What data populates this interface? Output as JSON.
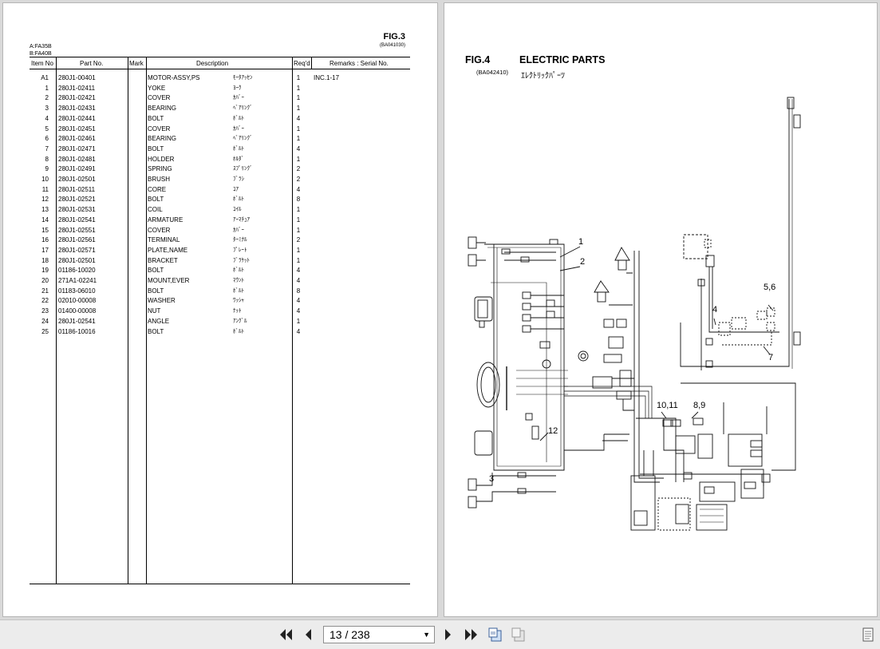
{
  "left_page": {
    "models": [
      "A:FA35B",
      "B:FA40B"
    ],
    "fig_label": "FIG.3",
    "fig_code": "(BA041030)",
    "headers": {
      "item": "Item No",
      "part": "Part No.",
      "mark": "Mark",
      "desc": "Description",
      "req": "Req'd",
      "remarks": "Remarks : Serial No."
    },
    "rows": [
      {
        "item": "A1",
        "part": "280J1-00401",
        "desc": "MOTOR-ASSY,PS",
        "kana": "ﾓｰﾀｱｯｾﾝ",
        "req": "1",
        "rem": "INC.1-17"
      },
      {
        "item": "1",
        "part": "280J1-02411",
        "desc": "YOKE",
        "kana": "ﾖｰｸ",
        "req": "1",
        "rem": ""
      },
      {
        "item": "2",
        "part": "280J1-02421",
        "desc": "COVER",
        "kana": "ｶﾊﾞｰ",
        "req": "1",
        "rem": ""
      },
      {
        "item": "3",
        "part": "280J1-02431",
        "desc": "BEARING",
        "kana": "ﾍﾞｱﾘﾝｸﾞ",
        "req": "1",
        "rem": ""
      },
      {
        "item": "4",
        "part": "280J1-02441",
        "desc": "BOLT",
        "kana": "ﾎﾞﾙﾄ",
        "req": "4",
        "rem": ""
      },
      {
        "item": "5",
        "part": "280J1-02451",
        "desc": "COVER",
        "kana": "ｶﾊﾞｰ",
        "req": "1",
        "rem": ""
      },
      {
        "item": "6",
        "part": "280J1-02461",
        "desc": "BEARING",
        "kana": "ﾍﾞｱﾘﾝｸﾞ",
        "req": "1",
        "rem": ""
      },
      {
        "item": "7",
        "part": "280J1-02471",
        "desc": "BOLT",
        "kana": "ﾎﾞﾙﾄ",
        "req": "4",
        "rem": ""
      },
      {
        "item": "8",
        "part": "280J1-02481",
        "desc": "HOLDER",
        "kana": "ﾎﾙﾀﾞ",
        "req": "1",
        "rem": ""
      },
      {
        "item": "9",
        "part": "280J1-02491",
        "desc": "SPRING",
        "kana": "ｽﾌﾟﾘﾝｸﾞ",
        "req": "2",
        "rem": ""
      },
      {
        "item": "10",
        "part": "280J1-02501",
        "desc": "BRUSH",
        "kana": "ﾌﾞﾗｼ",
        "req": "2",
        "rem": ""
      },
      {
        "item": "11",
        "part": "280J1-02511",
        "desc": "CORE",
        "kana": "ｺｱ",
        "req": "4",
        "rem": ""
      },
      {
        "item": "12",
        "part": "280J1-02521",
        "desc": "BOLT",
        "kana": "ﾎﾞﾙﾄ",
        "req": "8",
        "rem": ""
      },
      {
        "item": "13",
        "part": "280J1-02531",
        "desc": "COIL",
        "kana": "ｺｲﾙ",
        "req": "1",
        "rem": ""
      },
      {
        "item": "14",
        "part": "280J1-02541",
        "desc": "ARMATURE",
        "kana": "ｱｰﾏﾁｭｱ",
        "req": "1",
        "rem": ""
      },
      {
        "item": "15",
        "part": "280J1-02551",
        "desc": "COVER",
        "kana": "ｶﾊﾞｰ",
        "req": "1",
        "rem": ""
      },
      {
        "item": "16",
        "part": "280J1-02561",
        "desc": "TERMINAL",
        "kana": "ﾀｰﾐﾅﾙ",
        "req": "2",
        "rem": ""
      },
      {
        "item": "17",
        "part": "280J1-02571",
        "desc": "PLATE,NAME",
        "kana": "ﾌﾟﾚｰﾄ",
        "req": "1",
        "rem": ""
      },
      {
        "item": "18",
        "part": "280J1-02501",
        "desc": "BRACKET",
        "kana": "ﾌﾞﾗｹｯﾄ",
        "req": "1",
        "rem": ""
      },
      {
        "item": "19",
        "part": "01186-10020",
        "desc": "BOLT",
        "kana": "ﾎﾞﾙﾄ",
        "req": "4",
        "rem": ""
      },
      {
        "item": "20",
        "part": "271A1-02241",
        "desc": "MOUNT,EVER",
        "kana": "ﾏｳﾝﾄ",
        "req": "4",
        "rem": ""
      },
      {
        "item": "21",
        "part": "01183-06010",
        "desc": "BOLT",
        "kana": "ﾎﾞﾙﾄ",
        "req": "8",
        "rem": ""
      },
      {
        "item": "22",
        "part": "02010-00008",
        "desc": "WASHER",
        "kana": "ﾜｯｼｬ",
        "req": "4",
        "rem": ""
      },
      {
        "item": "23",
        "part": "01400-00008",
        "desc": "NUT",
        "kana": "ﾅｯﾄ",
        "req": "4",
        "rem": ""
      },
      {
        "item": "24",
        "part": "280J1-02541",
        "desc": "ANGLE",
        "kana": "ｱﾝｸﾞﾙ",
        "req": "1",
        "rem": ""
      },
      {
        "item": "25",
        "part": "01186-10016",
        "desc": "BOLT",
        "kana": "ﾎﾞﾙﾄ",
        "req": "4",
        "rem": ""
      }
    ]
  },
  "right_page": {
    "fig_label": "FIG.4",
    "title": "ELECTRIC PARTS",
    "fig_code": "(BA042410)",
    "title_kana": "ｴﾚｸﾄﾘｯｸﾊﾟｰﾂ",
    "callouts": [
      "1",
      "2",
      "3",
      "4",
      "5,6",
      "7",
      "8,9",
      "10,11",
      "12"
    ]
  },
  "toolbar": {
    "page_display": "13 / 238",
    "icons": [
      "first-page-icon",
      "prev-page-icon",
      "next-page-icon",
      "last-page-icon",
      "rotate-icon",
      "pages-icon",
      "document-icon"
    ]
  }
}
